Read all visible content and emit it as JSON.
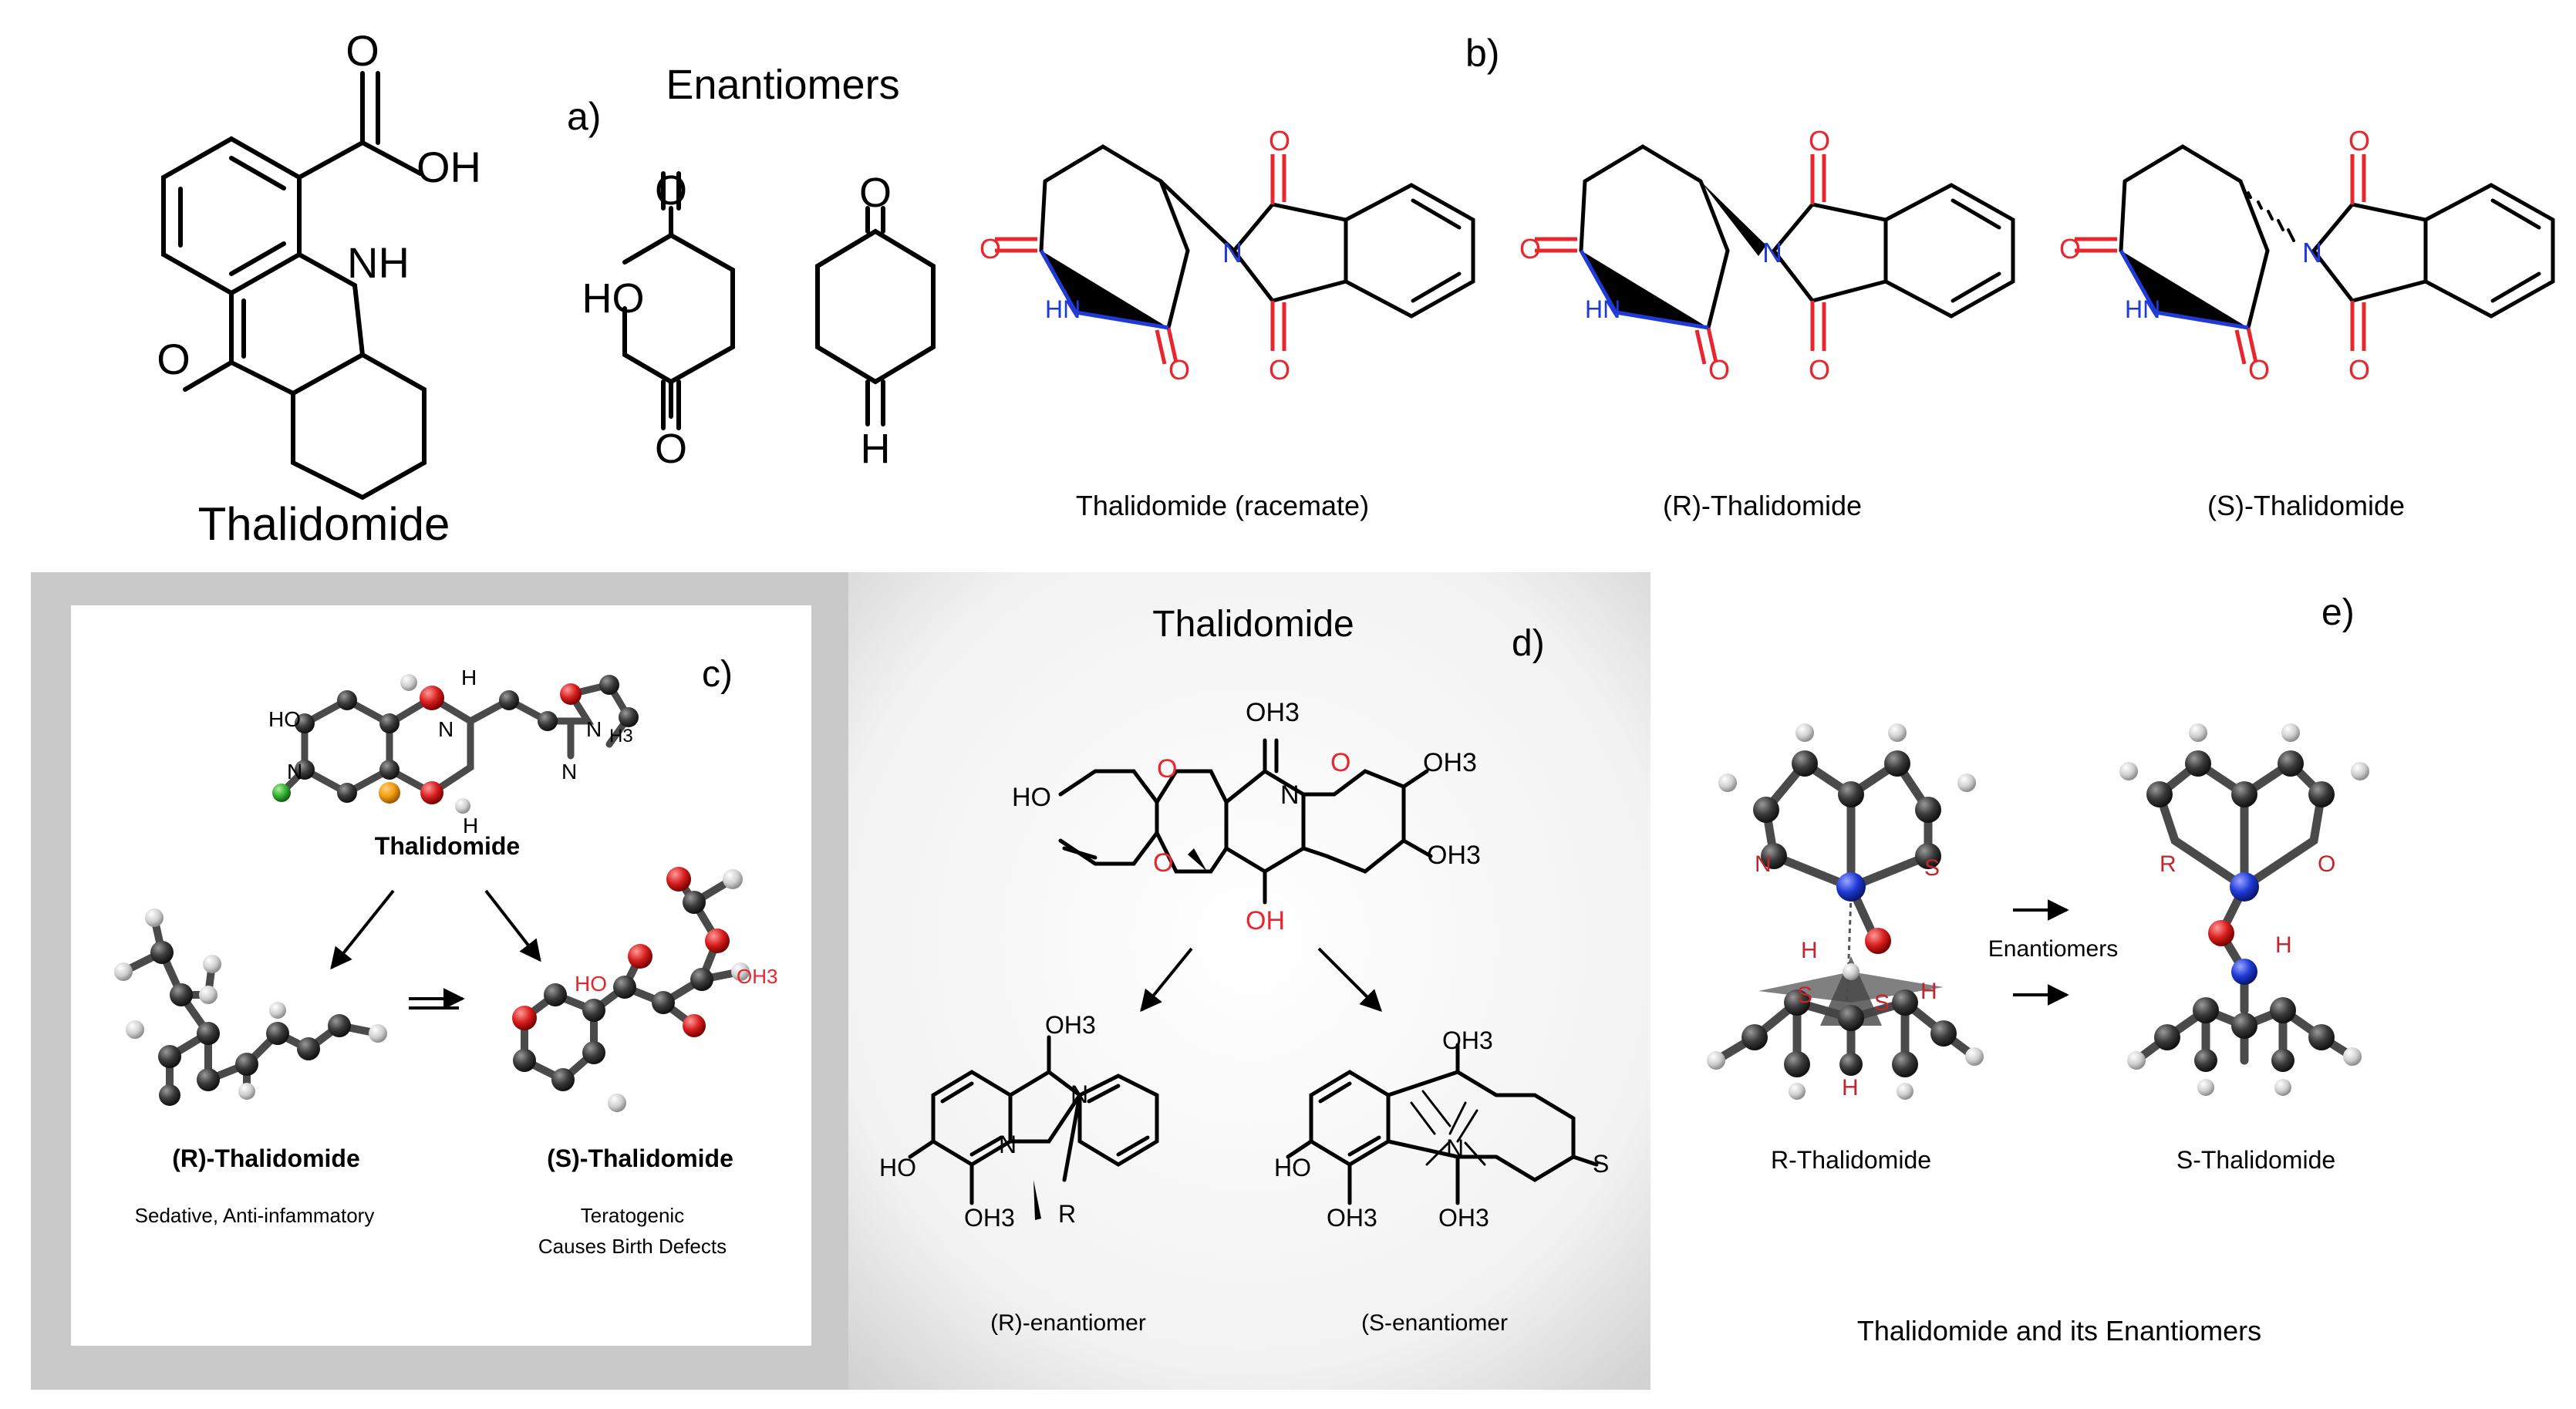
{
  "top_left": {
    "title": "Thalidomide",
    "atoms": {
      "o_acid": "O",
      "oh_acid": "OH",
      "nh": "NH",
      "o_ketone": "O"
    }
  },
  "panel_a": {
    "letter": "a)",
    "title": "Enantiomers",
    "atoms": {
      "o1": "O",
      "ho": "HO",
      "o2": "O",
      "o3": "O",
      "h": "H"
    }
  },
  "panel_b": {
    "letter": "b)",
    "atoms": {
      "o": "O",
      "hn": "HN",
      "n": "N"
    },
    "captions": [
      "Thalidomide (racemate)",
      "(R)-Thalidomide",
      "(S)-Thalidomide"
    ]
  },
  "panel_c": {
    "letter": "c)",
    "center_title": "Thalidomide",
    "atoms": {
      "ho": "HO",
      "n": "N",
      "n2": "N",
      "h": "H",
      "h3": "H3",
      "ho_red": "HO",
      "oh3_red": "OH3"
    },
    "left_name": "(R)-Thalidomide",
    "left_desc": "Sedative, Anti-infammatory",
    "right_name": "(S)-Thalidomide",
    "right_desc_1": "Teratogenic",
    "right_desc_2": "Causes Birth Defects"
  },
  "panel_d": {
    "letter": "d)",
    "title": "Thalidomide",
    "atoms": {
      "oh3": "OH3",
      "ho": "HO",
      "o": "O",
      "n": "N",
      "oh": "OH",
      "r": "R",
      "s": "S"
    },
    "left_caption": "(R)-enantiomer",
    "right_caption": "(S-enantiomer"
  },
  "panel_e": {
    "letter": "e)",
    "atoms": {
      "n": "N",
      "s": "S",
      "h": "H",
      "r": "R",
      "o": "O"
    },
    "arrow_label": "Enantiomers",
    "left_caption": "R-Thalidomide",
    "right_caption": "S-Thalidomide",
    "footer": "Thalidomide and its Enantiomers"
  },
  "colors": {
    "oxygen": "#e8262d",
    "nitrogen": "#1f3ad6",
    "atom_grey": "#3a3a3a",
    "atom_white": "#d4d4d4"
  }
}
